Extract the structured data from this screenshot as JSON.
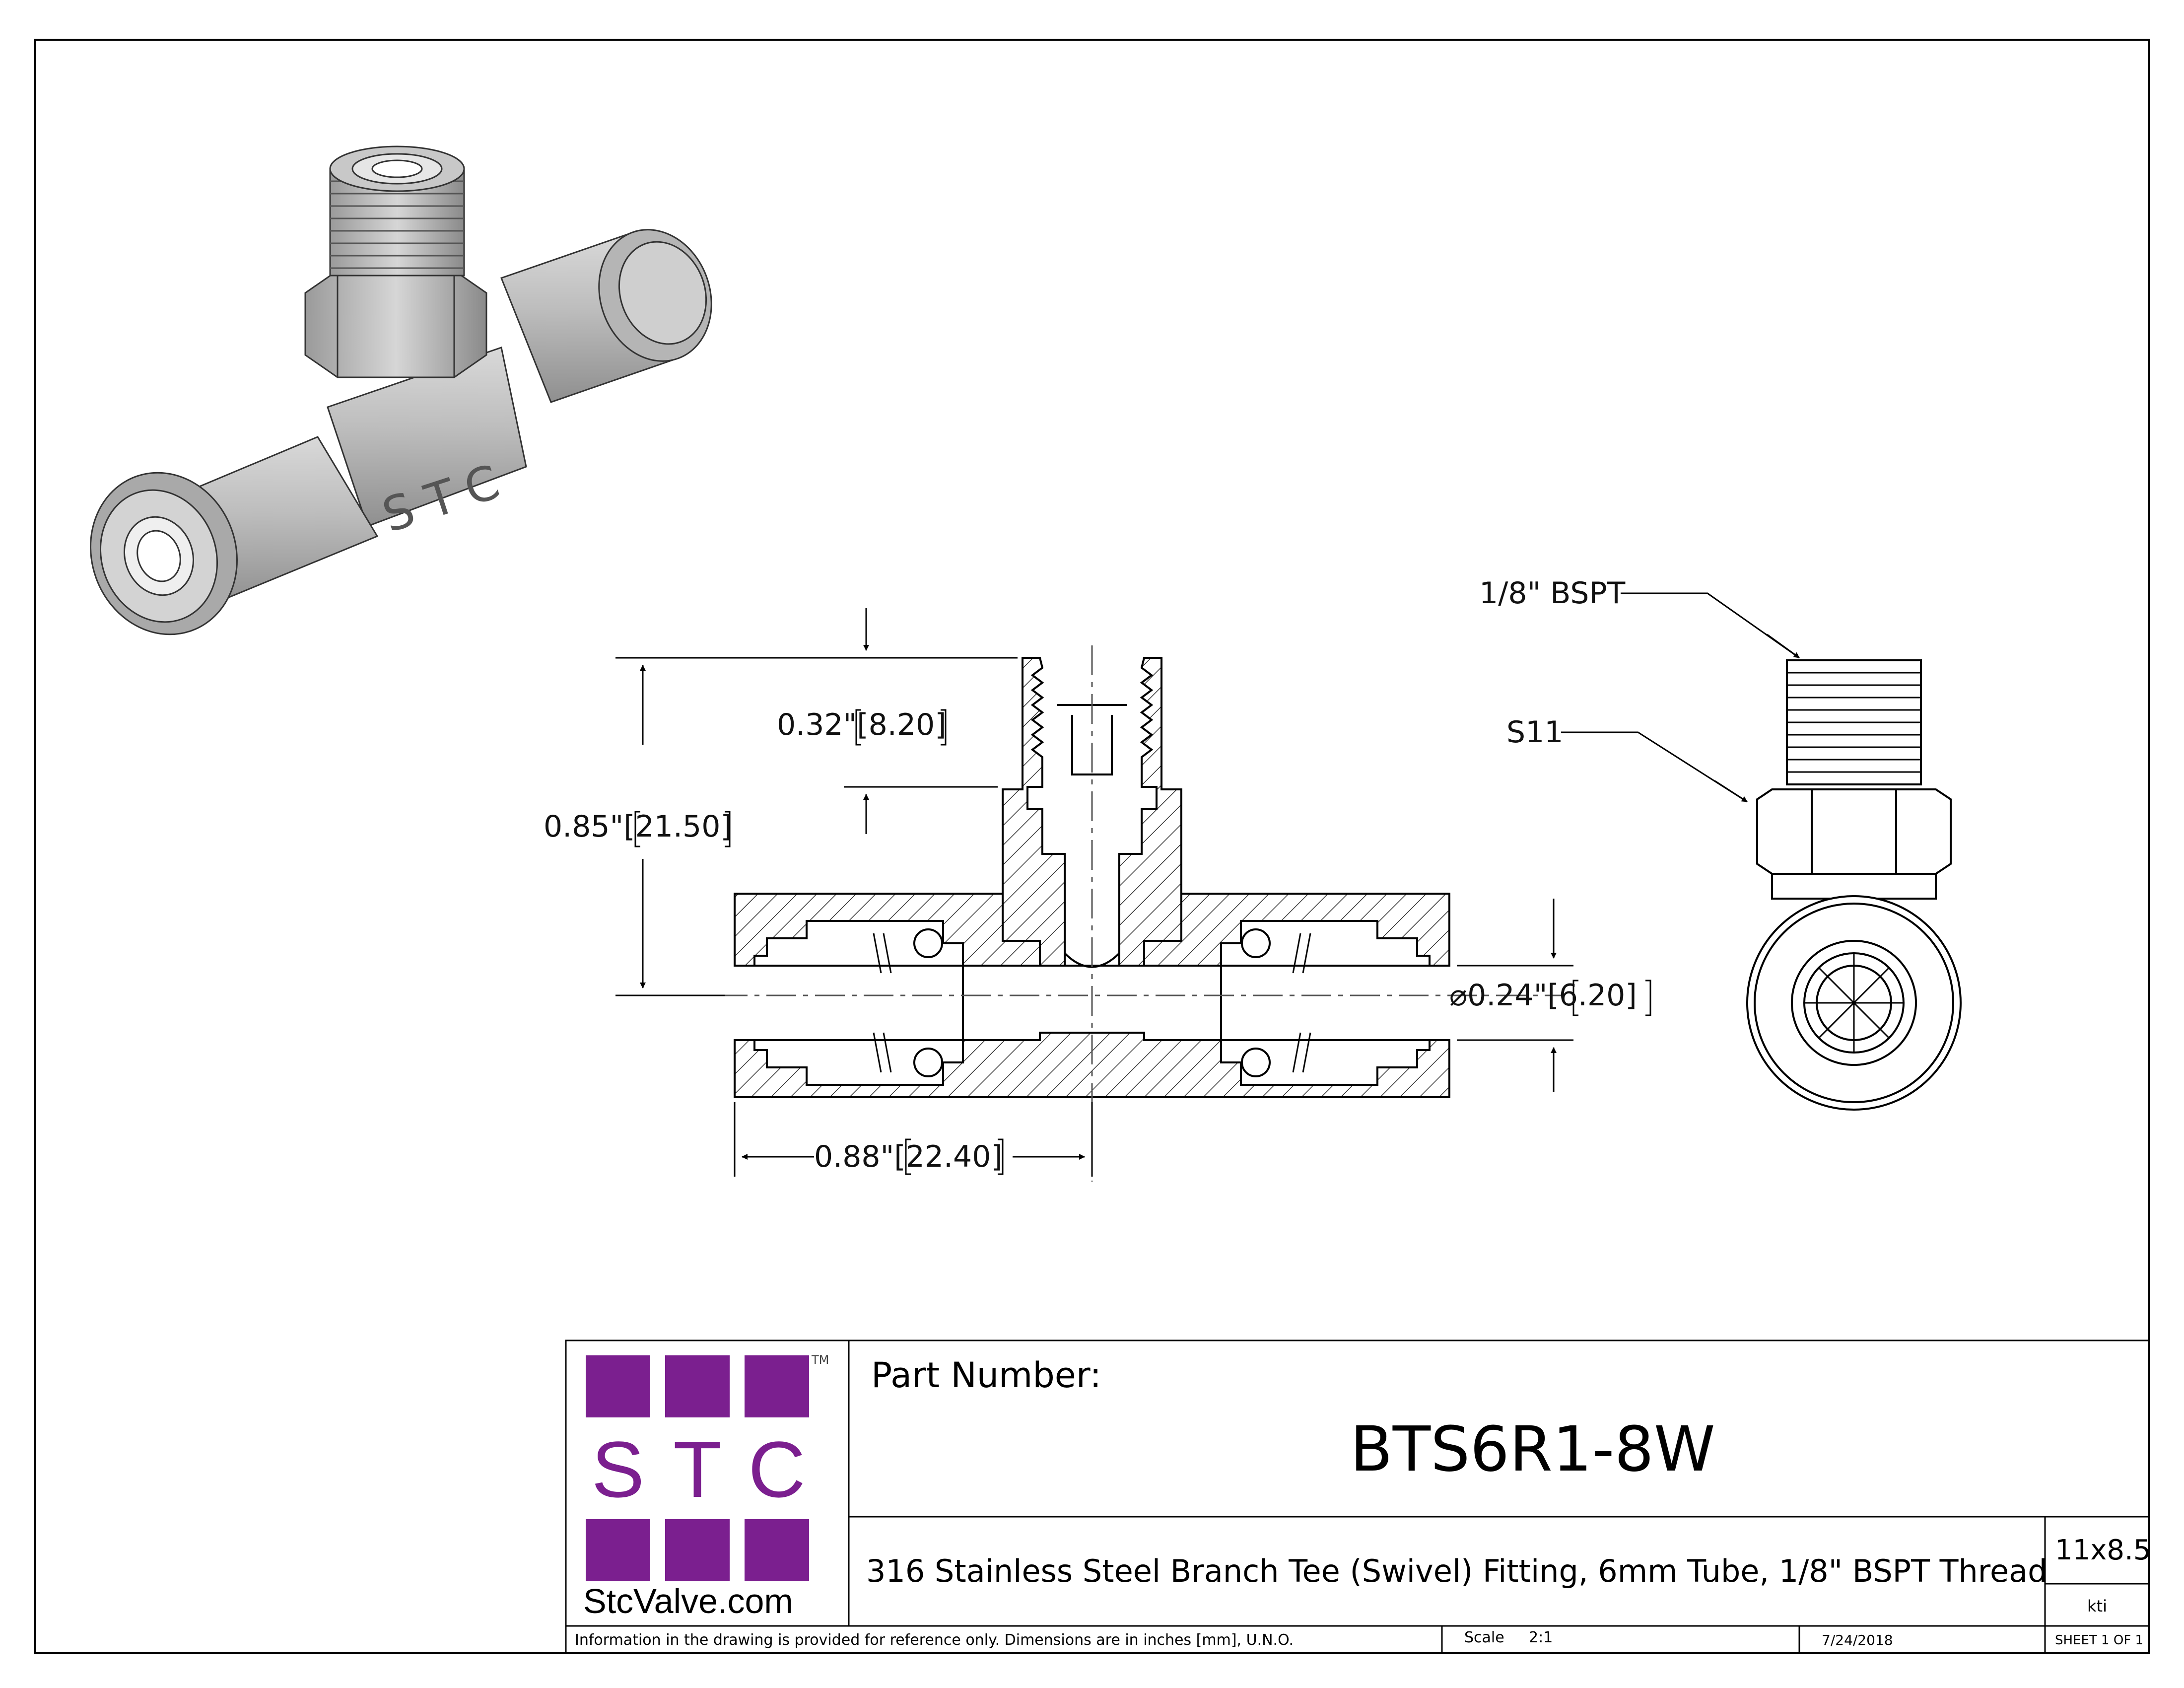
{
  "dimensions": {
    "thread_depth": "0.32\"[8.20]",
    "overall_height": "0.85\"[21.50]",
    "bore": "0.24\"[6.20]",
    "half_length": "0.88\"[22.40]",
    "thread_callout": "1/8\" BSPT",
    "hex_callout": "S11"
  },
  "titleblock": {
    "logo": {
      "letters": [
        "S",
        "T",
        "C"
      ],
      "trademark": "TM",
      "website": "StcValve.com",
      "brand_color": "#7b1f8f"
    },
    "part_number_label": "Part Number:",
    "part_number": "BTS6R1-8W",
    "description": "316 Stainless Steel Branch Tee (Swivel) Fitting, 6mm Tube, 1/8\" BSPT Thread",
    "sheet_size": "11x8.5",
    "drawn_by": "kti",
    "disclaimer": "Information in the drawing is provided for reference only. Dimensions are in inches [mm], U.N.O.",
    "scale_label": "Scale",
    "scale_value": "2:1",
    "date": "7/24/2018",
    "sheet": "SHEET 1 OF 1"
  },
  "model_text": "STC"
}
